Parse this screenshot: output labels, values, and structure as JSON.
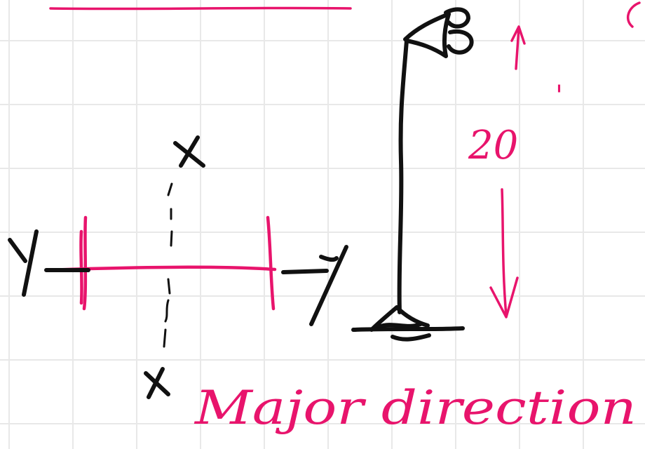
{
  "grid": {
    "color": "#e8e8e8"
  },
  "ink": {
    "black": "#111111",
    "pink": "#e8146c"
  },
  "labels": {
    "x_top": "x",
    "x_bottom": "x",
    "y_left": "Y",
    "y_right": "y",
    "height": "20",
    "height_prime": "'",
    "caption": "Major direction"
  }
}
